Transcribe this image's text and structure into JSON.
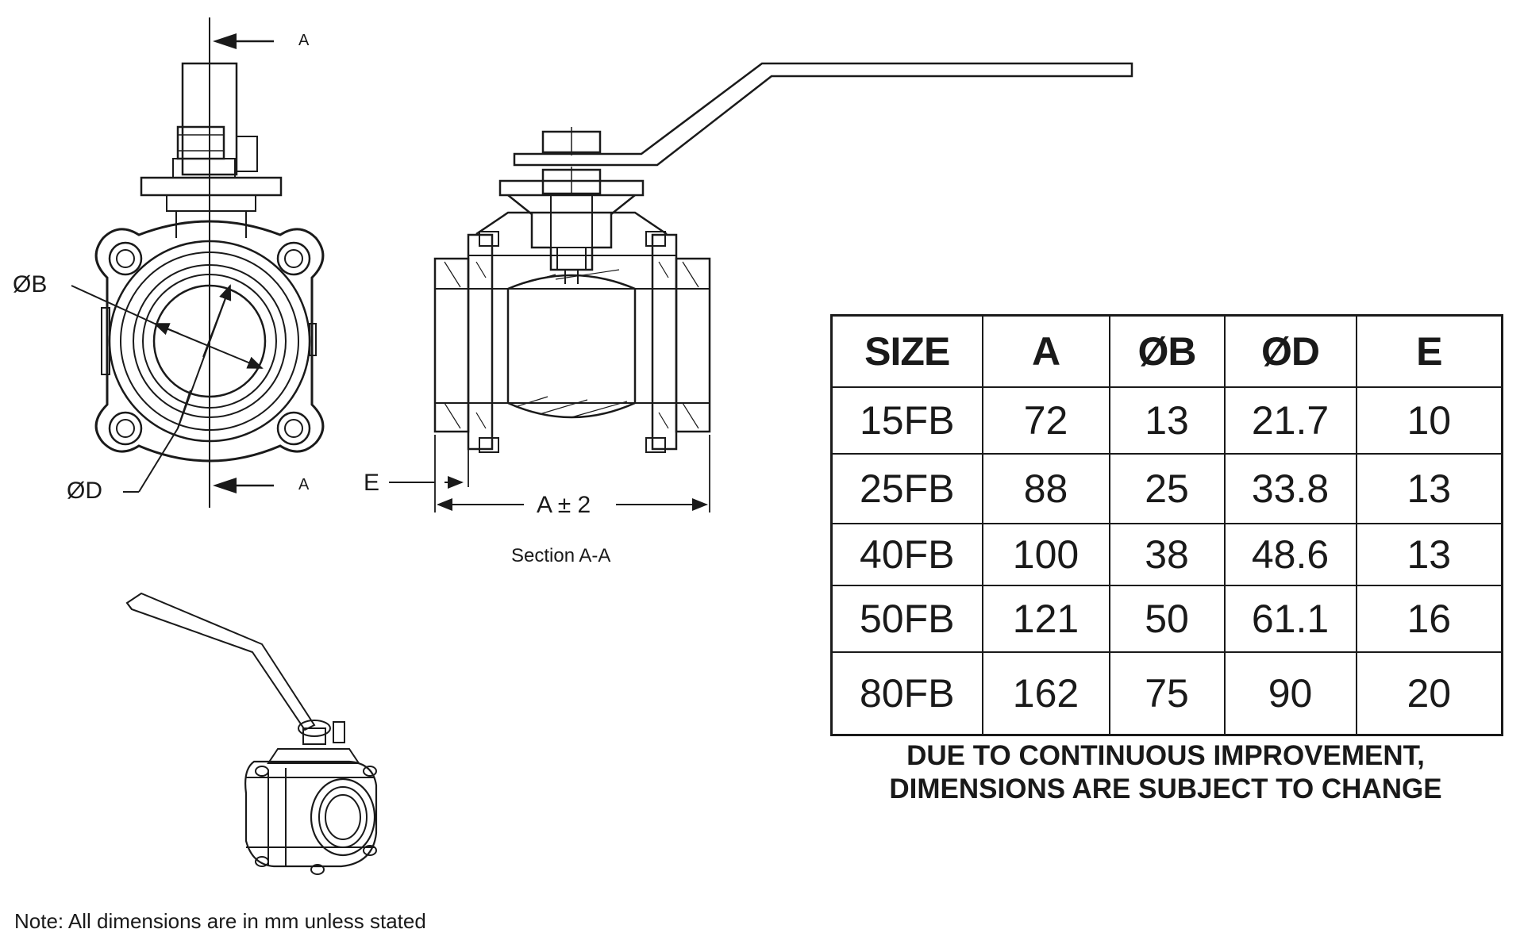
{
  "labels": {
    "section_arrow_top": "A",
    "section_arrow_bottom": "A",
    "bore_label": "ØB",
    "outer_label": "ØD",
    "end_label": "E",
    "length_label": "A ± 2",
    "section_caption": "Section A-A"
  },
  "table": {
    "headers": [
      "SIZE",
      "A",
      "ØB",
      "ØD",
      "E"
    ],
    "rows": [
      [
        "15FB",
        "72",
        "13",
        "21.7",
        "10"
      ],
      [
        "25FB",
        "88",
        "25",
        "33.8",
        "13"
      ],
      [
        "40FB",
        "100",
        "38",
        "48.6",
        "13"
      ],
      [
        "50FB",
        "121",
        "50",
        "61.1",
        "16"
      ],
      [
        "80FB",
        "162",
        "75",
        "90",
        "20"
      ]
    ]
  },
  "notice": {
    "line1": "DUE TO CONTINUOUS IMPROVEMENT,",
    "line2": "DIMENSIONS ARE SUBJECT TO CHANGE"
  },
  "footnote": "Note: All dimensions are in mm unless stated",
  "colors": {
    "ink": "#1a1a1a",
    "paper": "#ffffff"
  }
}
